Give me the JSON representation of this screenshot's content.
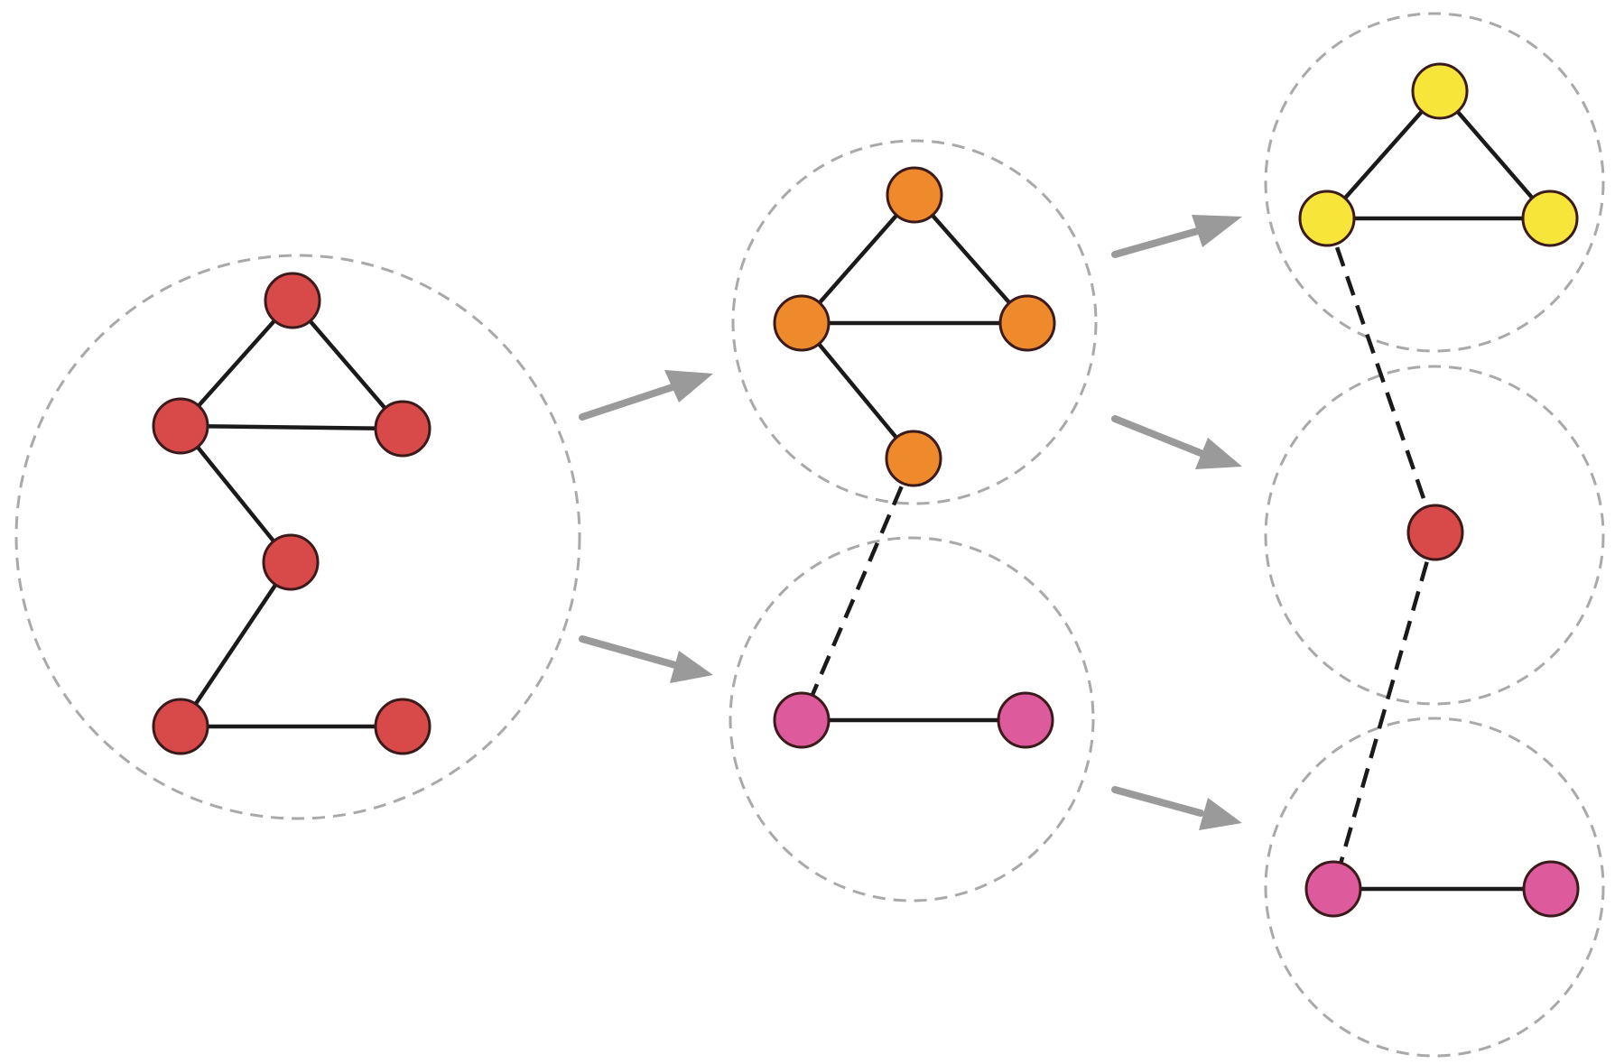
{
  "colors": {
    "red": "#d84a4a",
    "orange": "#ef8a2c",
    "yellow": "#f8e53a",
    "pink": "#dd5a9c",
    "dashed_circle": "#a9a9a9",
    "arrow": "#9a9a9a",
    "edge": "#1a1a1a"
  },
  "diagram": {
    "stages": [
      {
        "id": "stage-1",
        "groups": [
          {
            "id": "initial-graph",
            "color": "red",
            "nodes": [
              "a",
              "b",
              "c",
              "d",
              "e",
              "f"
            ],
            "edges": [
              [
                "a",
                "b"
              ],
              [
                "a",
                "c"
              ],
              [
                "b",
                "c"
              ],
              [
                "b",
                "d"
              ],
              [
                "d",
                "e"
              ],
              [
                "e",
                "f"
              ]
            ]
          }
        ]
      },
      {
        "id": "stage-2",
        "groups": [
          {
            "id": "orange-cluster",
            "color": "orange",
            "nodes": [
              "a",
              "b",
              "c",
              "d"
            ],
            "edges": [
              [
                "a",
                "b"
              ],
              [
                "a",
                "c"
              ],
              [
                "b",
                "c"
              ],
              [
                "b",
                "d"
              ]
            ]
          },
          {
            "id": "pink-cluster",
            "color": "pink",
            "nodes": [
              "e",
              "f"
            ],
            "edges": [
              [
                "e",
                "f"
              ]
            ]
          }
        ],
        "cut_edges": [
          [
            "d",
            "e"
          ]
        ]
      },
      {
        "id": "stage-3",
        "groups": [
          {
            "id": "yellow-cluster",
            "color": "yellow",
            "nodes": [
              "a",
              "b",
              "c"
            ],
            "edges": [
              [
                "a",
                "b"
              ],
              [
                "a",
                "c"
              ],
              [
                "b",
                "c"
              ]
            ]
          },
          {
            "id": "single-red-cluster",
            "color": "red",
            "nodes": [
              "d"
            ],
            "edges": []
          },
          {
            "id": "pink-cluster",
            "color": "pink",
            "nodes": [
              "e",
              "f"
            ],
            "edges": [
              [
                "e",
                "f"
              ]
            ]
          }
        ],
        "cut_edges": [
          [
            "b",
            "d"
          ],
          [
            "d",
            "e"
          ]
        ]
      }
    ],
    "transitions": [
      {
        "from": "initial-graph",
        "to": "orange-cluster"
      },
      {
        "from": "initial-graph",
        "to": "pink-cluster"
      },
      {
        "from": "orange-cluster",
        "to": "yellow-cluster"
      },
      {
        "from": "orange-cluster",
        "to": "single-red-cluster"
      },
      {
        "from": "pink-cluster",
        "to": "pink-cluster-stage-3"
      }
    ]
  }
}
